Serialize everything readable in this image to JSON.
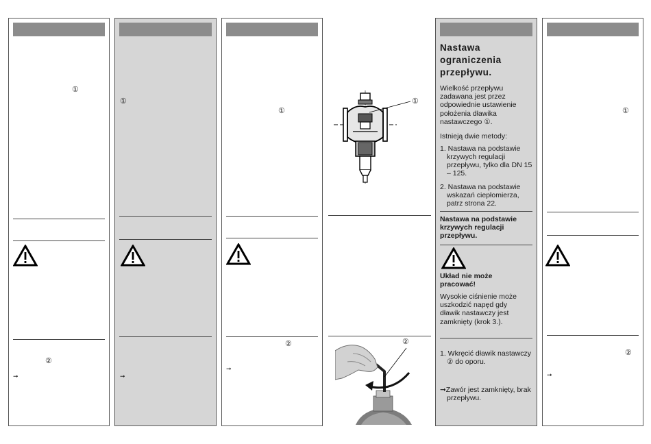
{
  "markers": {
    "one": "①",
    "two": "②",
    "arrow": "➞"
  },
  "fig_top": {
    "callout": "①"
  },
  "fig_bottom": {
    "callout": "②"
  },
  "polish": {
    "title_lines": [
      "Nastawa",
      "ograniczenia",
      "przepływu."
    ],
    "intro": [
      "Wielkość przepływu",
      "zadawana jest przez",
      "odpowiednie ustawienie",
      "położenia dławika",
      "nastawczego ①."
    ],
    "methods_intro": "Istnieją dwie metody:",
    "method1": "1. Nastawa na podstawie krzywych regulacji przepływu, tylko dla DN 15 – 125.",
    "method2": "2. Nastawa na podstawie wskazań ciepłomierza, patrz strona 22.",
    "subtitle_lines": [
      "Nastawa na podstawie",
      "krzywych regulacji",
      "przepływu."
    ],
    "warning_title_lines": [
      "Układ nie może",
      "pracować!"
    ],
    "warning_text": [
      "Wysokie ciśnienie może",
      "uszkodzić napęd gdy",
      "dławik nastawczy jest",
      "zamknięty (krok 3.)."
    ],
    "step1": "1. Wkręcić dławik nastawczy ② do oporu.",
    "result": "➞Zawór jest zamknięty, brak przepływu."
  }
}
